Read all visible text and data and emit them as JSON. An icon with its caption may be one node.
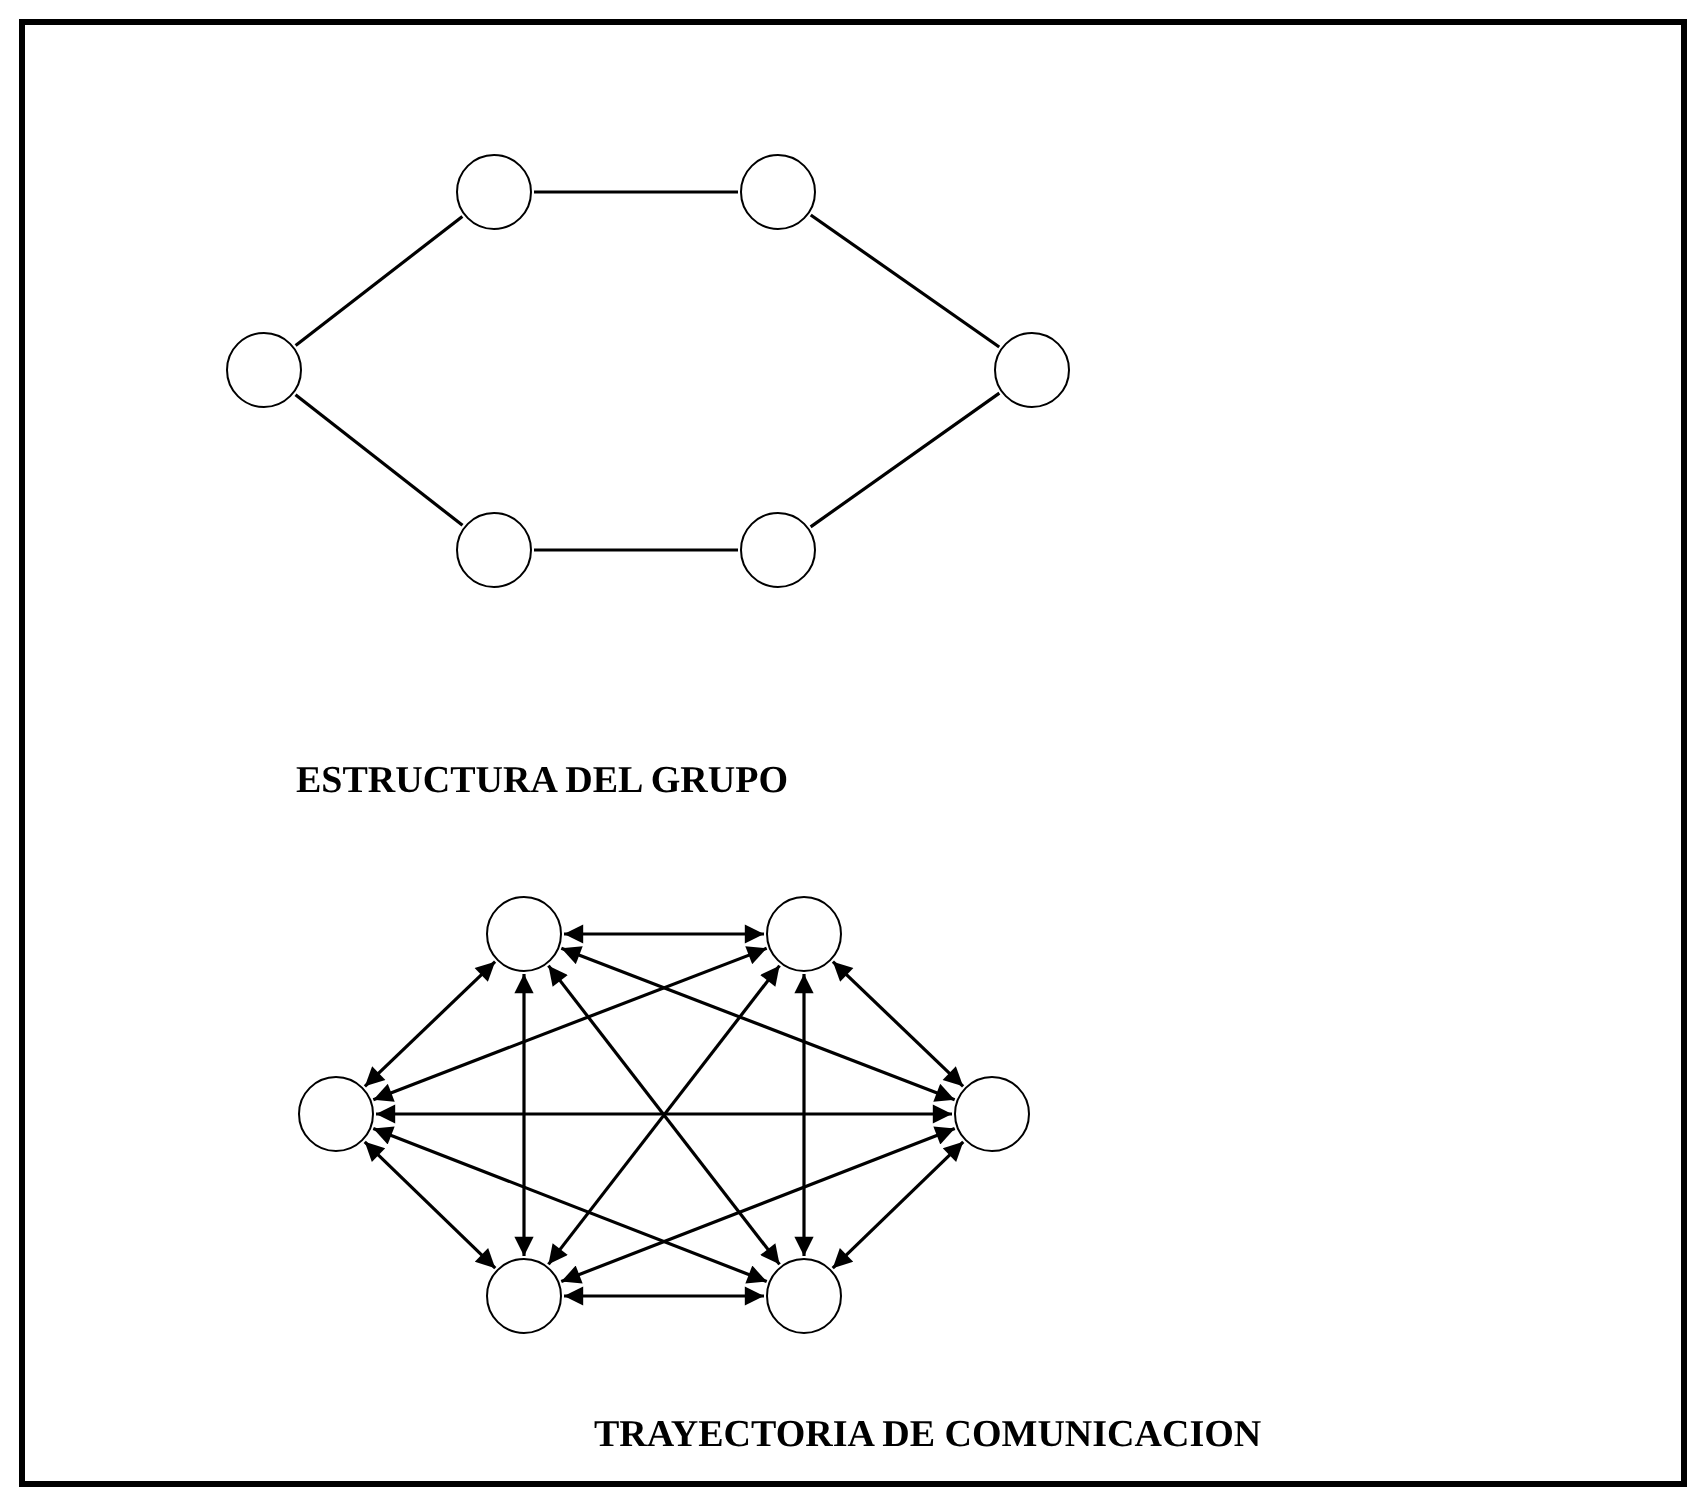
{
  "diagram": {
    "nodes": [
      {
        "text": [],
        "shape": "circle"
      },
      {
        "text": [],
        "shape": "circle"
      },
      {
        "text": [],
        "shape": "circle"
      },
      {
        "text": [],
        "shape": "circle"
      },
      {
        "text": [],
        "shape": "circle"
      },
      {
        "text": [],
        "shape": "circle"
      },
      {
        "text": [],
        "shape": "circle"
      },
      {
        "text": [],
        "shape": "circle"
      },
      {
        "text": [],
        "shape": "circle"
      },
      {
        "text": [],
        "shape": "circle"
      },
      {
        "text": [],
        "shape": "circle"
      },
      {
        "text": [],
        "shape": "circle"
      }
    ],
    "edges": [
      {
        "from": 0,
        "to": 1,
        "arrow": "none"
      },
      {
        "from": 0,
        "to": 2,
        "arrow": "none"
      },
      {
        "from": 1,
        "to": 3,
        "arrow": "none"
      },
      {
        "from": 2,
        "to": 4,
        "arrow": "none"
      },
      {
        "from": 3,
        "to": 5,
        "arrow": "none"
      },
      {
        "from": 4,
        "to": 5,
        "arrow": "none"
      },
      {
        "from": 6,
        "to": 7,
        "arrow": "both"
      },
      {
        "from": 6,
        "to": 8,
        "arrow": "both"
      },
      {
        "from": 6,
        "to": 9,
        "arrow": "both"
      },
      {
        "from": 6,
        "to": 10,
        "arrow": "both"
      },
      {
        "from": 6,
        "to": 11,
        "arrow": "both"
      },
      {
        "from": 7,
        "to": 8,
        "arrow": "both"
      },
      {
        "from": 7,
        "to": 9,
        "arrow": "both"
      },
      {
        "from": 7,
        "to": 10,
        "arrow": "both"
      },
      {
        "from": 7,
        "to": 11,
        "arrow": "both"
      },
      {
        "from": 8,
        "to": 9,
        "arrow": "both"
      },
      {
        "from": 8,
        "to": 10,
        "arrow": "both"
      },
      {
        "from": 8,
        "to": 11,
        "arrow": "both"
      },
      {
        "from": 9,
        "to": 10,
        "arrow": "both"
      },
      {
        "from": 9,
        "to": 11,
        "arrow": "both"
      },
      {
        "from": 10,
        "to": 11,
        "arrow": "both"
      }
    ],
    "labels": [
      "ESTRUCTURA DEL GRUPO",
      "TRAYECTORIA DE COMUNICACION"
    ]
  }
}
